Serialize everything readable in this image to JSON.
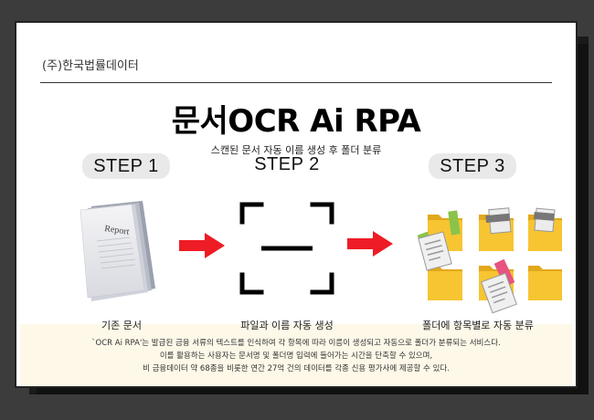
{
  "company": "(주)한국법률데이터",
  "title": "문서OCR Ai RPA",
  "subtitle": "스캔된 문서 자동 이름 생성 후 폴더 분류",
  "steps": [
    {
      "label": "STEP 1",
      "caption": "기존 문서"
    },
    {
      "label": "STEP 2",
      "caption": "파일과 이름 자동 생성"
    },
    {
      "label": "STEP 3",
      "caption": "폴더에 항목별로 자동 분류"
    }
  ],
  "report_text": "Report",
  "description": [
    "`OCR Ai RPA'는 발급된 금융 서류의 텍스트를 인식하여 각 항목에 따라 이름이 생성되고 자동으로 폴더가 분류되는 서비스다.",
    "이를 활용하는 사용자는 문서명 및 폴더명 입력에 들어가는 시간을 단축할 수 있으며,",
    "비 금융데이터 약 68종을 비롯한 연간 27억 건의 데이터를 각종 신용 평가사에 제공할 수 있다."
  ],
  "colors": {
    "arrow": "#ee1c25",
    "folder": "#f7c531",
    "folder_dark": "#e2a81c",
    "desc_bg": "#fdf8e8"
  }
}
